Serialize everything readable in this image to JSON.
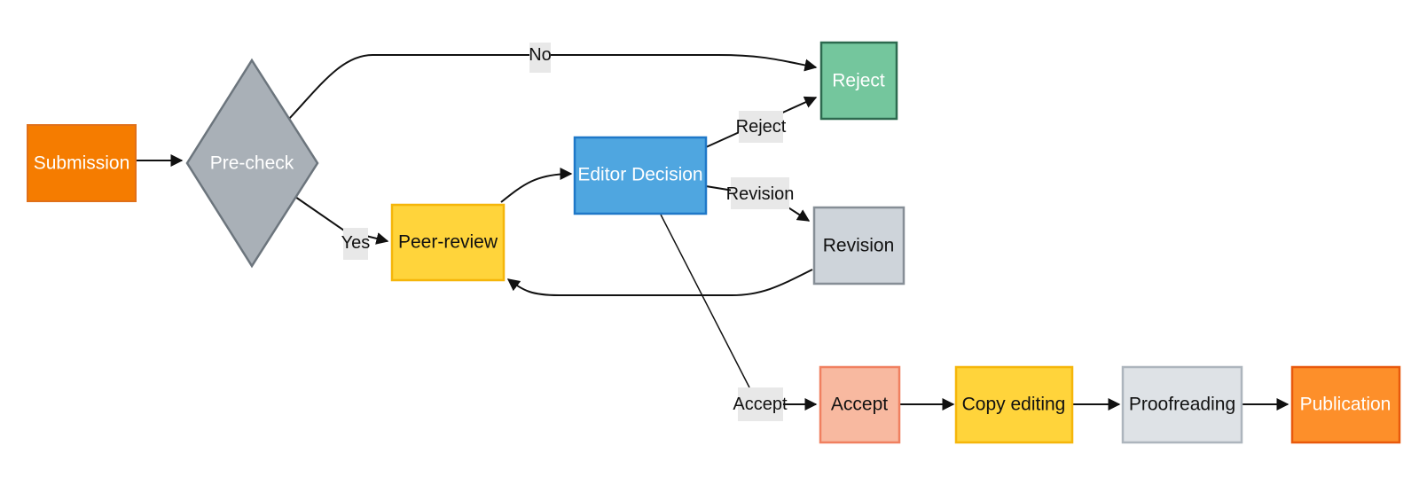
{
  "nodes": {
    "submission": {
      "label": "Submission",
      "fill": "#f57c00",
      "stroke": "#e0701a",
      "text_color": "#ffffff"
    },
    "precheck": {
      "label": "Pre-check",
      "fill": "#a9b0b7",
      "stroke": "#6c757d",
      "text_color": "#ffffff"
    },
    "peer_review": {
      "label": "Peer-review",
      "fill": "#ffd43b",
      "stroke": "#f5b60a",
      "text_color": "#111111"
    },
    "editor_decision": {
      "label": "Editor Decision",
      "fill": "#4fa6e0",
      "stroke": "#1f78c8",
      "text_color": "#ffffff"
    },
    "reject": {
      "label": "Reject",
      "fill": "#74c69d",
      "stroke": "#2d6a4f",
      "text_color": "#ffffff"
    },
    "revision": {
      "label": "Revision",
      "fill": "#ced4da",
      "stroke": "#868e96",
      "text_color": "#111111"
    },
    "accept": {
      "label": "Accept",
      "fill": "#f8b9a0",
      "stroke": "#f08060",
      "text_color": "#111111"
    },
    "copy_editing": {
      "label": "Copy editing",
      "fill": "#ffd43b",
      "stroke": "#f5b60a",
      "text_color": "#111111"
    },
    "proofreading": {
      "label": "Proofreading",
      "fill": "#dee2e6",
      "stroke": "#adb5bd",
      "text_color": "#111111"
    },
    "publication": {
      "label": "Publication",
      "fill": "#fd8f2a",
      "stroke": "#e8590c",
      "text_color": "#ffffff"
    }
  },
  "edge_labels": {
    "no": "No",
    "yes": "Yes",
    "reject": "Reject",
    "revision": "Revision",
    "accept": "Accept"
  },
  "colors": {
    "edge": "#111111",
    "edge_label_background": "#e8e8e8"
  }
}
